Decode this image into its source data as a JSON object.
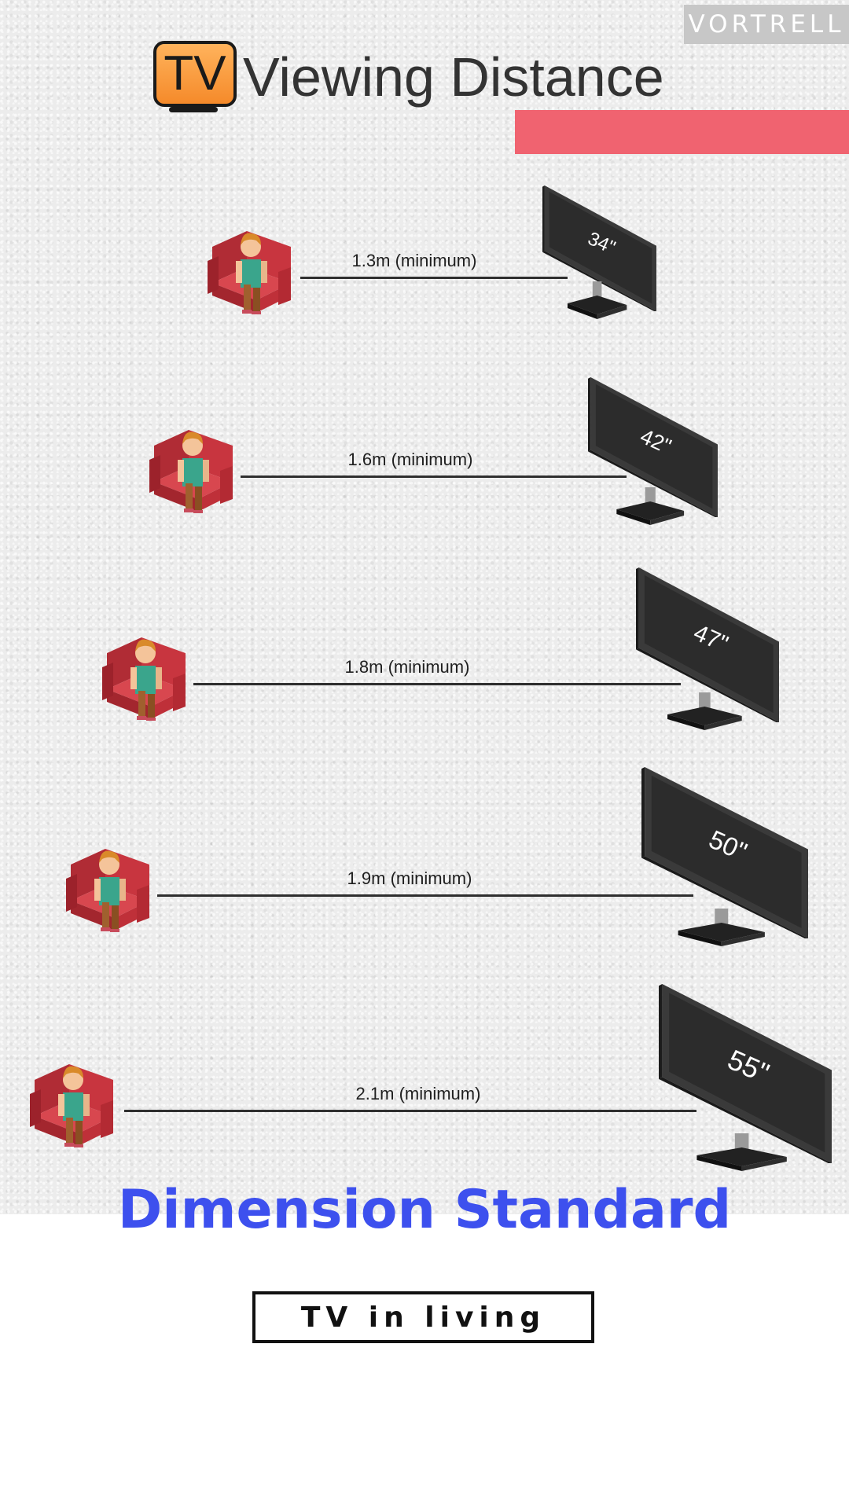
{
  "watermark": "VORTRELL",
  "title": {
    "logo_text": "TV",
    "text": "Viewing Distance"
  },
  "rows": [
    {
      "distance_label": "1.3m (minimum)",
      "tv_size": "34\""
    },
    {
      "distance_label": "1.6m (minimum)",
      "tv_size": "42\""
    },
    {
      "distance_label": "1.8m (minimum)",
      "tv_size": "47\""
    },
    {
      "distance_label": "1.9m (minimum)",
      "tv_size": "50\""
    },
    {
      "distance_label": "2.1m (minimum)",
      "tv_size": "55\""
    }
  ],
  "heading": "Dimension Standard",
  "subtitle": "TV in living",
  "colors": {
    "accent_bar": "#f06370",
    "heading": "#3d50ee",
    "armchair": "#c8353f",
    "shirt": "#3aa58c",
    "hair": "#d98a2a",
    "tv_screen": "#2c2c2c",
    "logo_orange": "#f7962f"
  },
  "icons": [
    "tv-logo-icon",
    "armchair-person-icon",
    "television-icon"
  ]
}
